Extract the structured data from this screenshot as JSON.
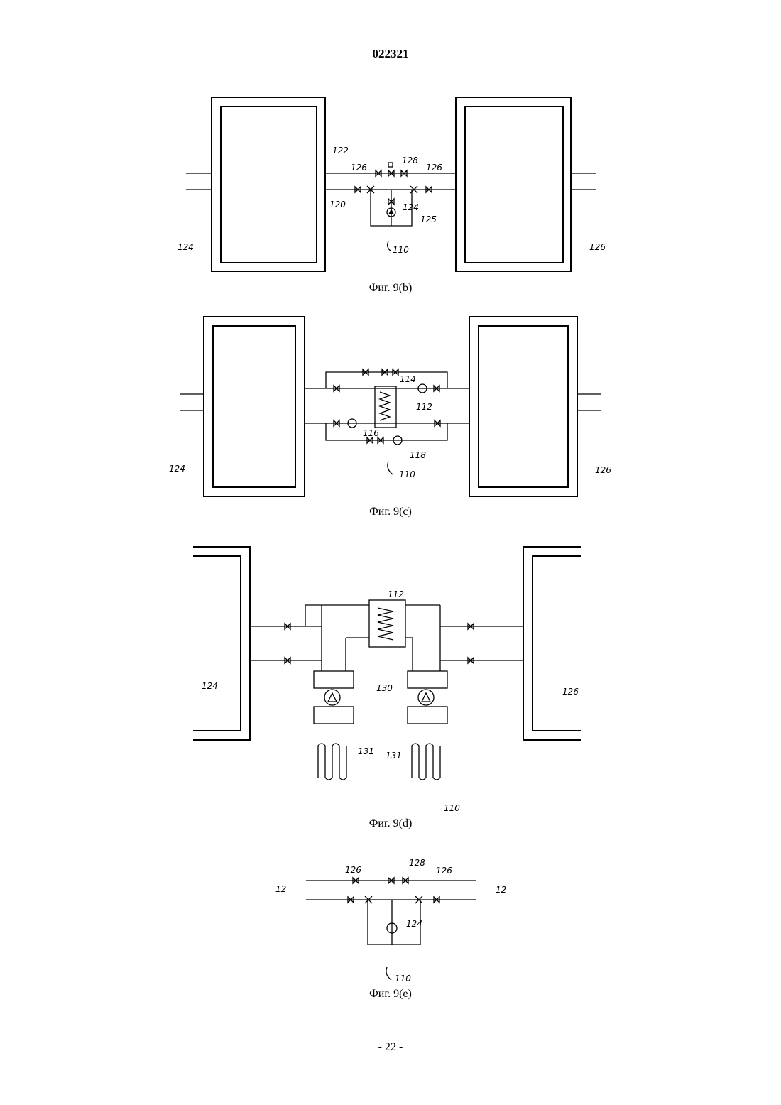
{
  "header": {
    "doc_number": "022321"
  },
  "figures": [
    {
      "id": "9b",
      "caption": "Фиг. 9(b)",
      "labels": {
        "tank_left": "124",
        "tank_right": "126",
        "pipe_top": "122",
        "pipe_bottom": "120",
        "valve_left": "126",
        "valve_right": "126",
        "valve_top": "128",
        "pump": "124",
        "bypass": "125",
        "system": "110"
      }
    },
    {
      "id": "9c",
      "caption": "Фиг. 9(c)",
      "labels": {
        "tank_left": "124",
        "tank_right": "126",
        "pump_top": "114",
        "exchanger": "112",
        "pump_left": "116",
        "pump_bottom": "118",
        "system": "110"
      }
    },
    {
      "id": "9d",
      "caption": "Фиг. 9(d)",
      "labels": {
        "tank_left": "124",
        "tank_right": "126",
        "exchanger": "112",
        "heat_pump": "130",
        "loop_left": "131",
        "loop_right": "131",
        "system": "110"
      }
    },
    {
      "id": "9e",
      "caption": "Фиг. 9(e)",
      "labels": {
        "pipe_left": "12",
        "pipe_right": "12",
        "valve_left": "126",
        "valve_top": "128",
        "valve_right": "126",
        "pump": "124",
        "system": "110"
      }
    }
  ],
  "footer": {
    "page_number": "- 22 -"
  }
}
